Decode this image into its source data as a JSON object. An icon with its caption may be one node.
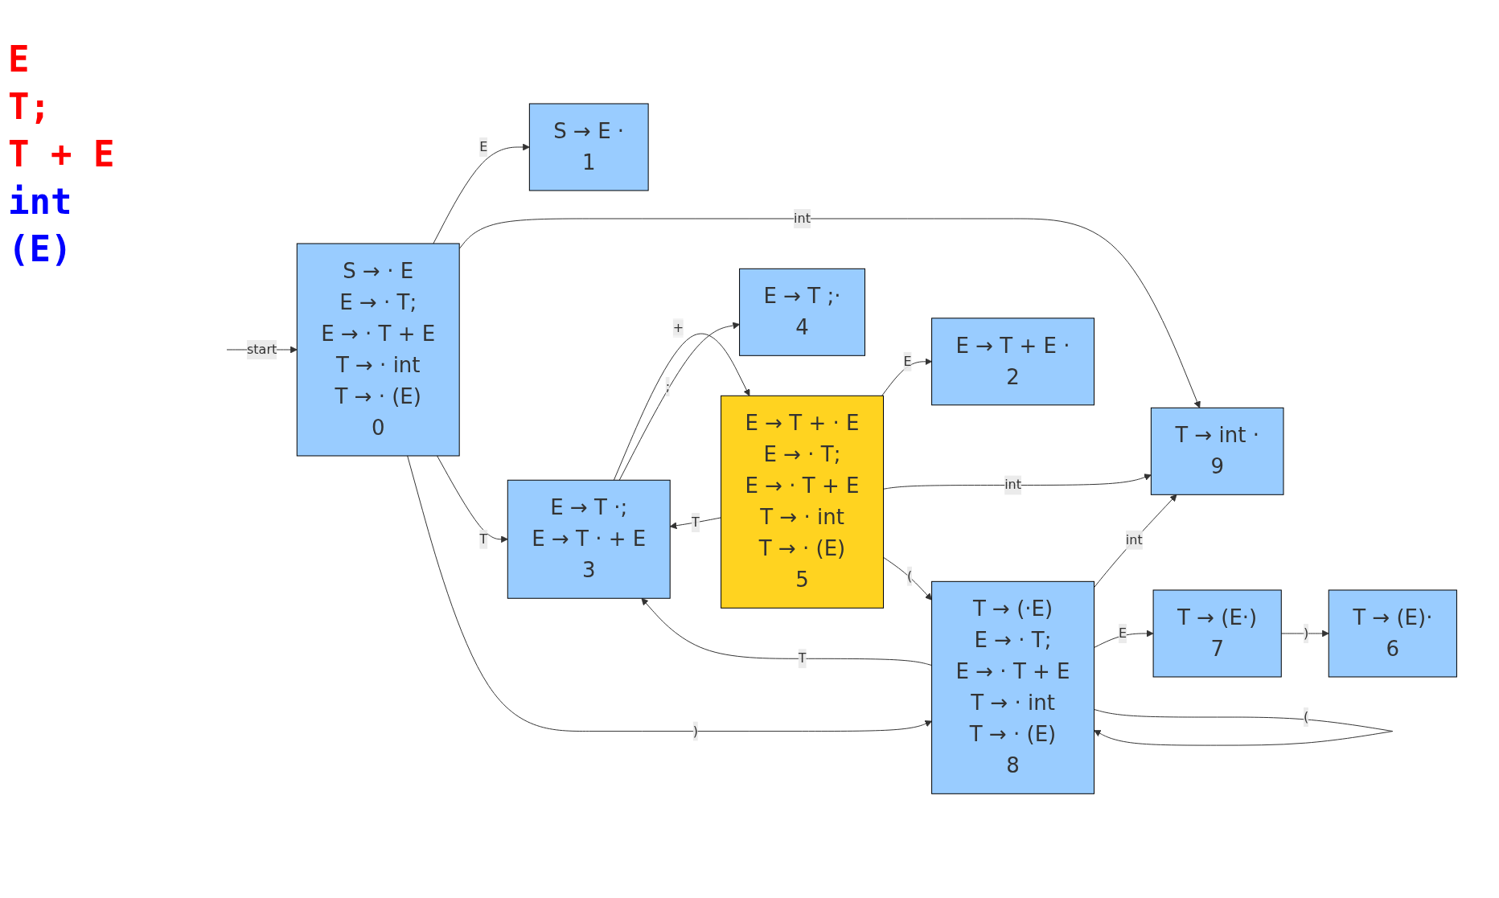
{
  "diagram": {
    "nodes": [
      {
        "text": [
          "S → · E",
          "E → · T;",
          "E → · T + E",
          "T → · int",
          "T → · (E)",
          "0"
        ]
      },
      {
        "text": [
          "S → E ·",
          "1"
        ]
      },
      {
        "text": [
          "E → T + E ·",
          "2"
        ]
      },
      {
        "text": [
          "E → T ·;",
          "E → T · + E",
          "3"
        ]
      },
      {
        "text": [
          "E → T ;·",
          "4"
        ]
      },
      {
        "text": [
          "E → T + · E",
          "E → · T;",
          "E → · T + E",
          "T → · int",
          "T → · (E)",
          "5"
        ]
      },
      {
        "text": [
          "T → (E)·",
          "6"
        ]
      },
      {
        "text": [
          "T → (E·)",
          "7"
        ]
      },
      {
        "text": [
          "T → (·E)",
          "E → · T;",
          "E → · T + E",
          "T → · int",
          "T → · (E)",
          "8"
        ]
      },
      {
        "text": [
          "T → int ·",
          "9"
        ]
      }
    ],
    "edges": [
      {
        "from": null,
        "to": 0,
        "arrow": "to",
        "label": "start"
      },
      {
        "from": 0,
        "to": 1,
        "arrow": "to",
        "label": "E"
      },
      {
        "from": 0,
        "to": 9,
        "arrow": "to",
        "label": "int"
      },
      {
        "from": 0,
        "to": 3,
        "arrow": "to",
        "label": "T"
      },
      {
        "from": 0,
        "to": 8,
        "arrow": "to",
        "label": ")"
      },
      {
        "from": 5,
        "to": 2,
        "arrow": "to",
        "label": "E"
      },
      {
        "from": 3,
        "to": 5,
        "arrow": "to",
        "label": "+"
      },
      {
        "from": 5,
        "to": 9,
        "arrow": "to",
        "label": "int"
      },
      {
        "from": 5,
        "to": 3,
        "arrow": "to",
        "label": "T"
      },
      {
        "from": 5,
        "to": 8,
        "arrow": "to",
        "label": "("
      },
      {
        "from": 3,
        "to": 4,
        "arrow": "to",
        "label": ";"
      },
      {
        "from": 8,
        "to": 9,
        "arrow": "to",
        "label": "int"
      },
      {
        "from": 8,
        "to": 3,
        "arrow": "to",
        "label": "T"
      },
      {
        "from": 8,
        "to": 7,
        "arrow": "to",
        "label": "E"
      },
      {
        "from": 7,
        "to": 6,
        "arrow": "to",
        "label": ")"
      },
      {
        "from": 8,
        "to": 8,
        "arrow": "to",
        "label": "("
      }
    ],
    "labels": [
      "E",
      "T;",
      "T + E",
      "int",
      "(E)"
    ]
  }
}
